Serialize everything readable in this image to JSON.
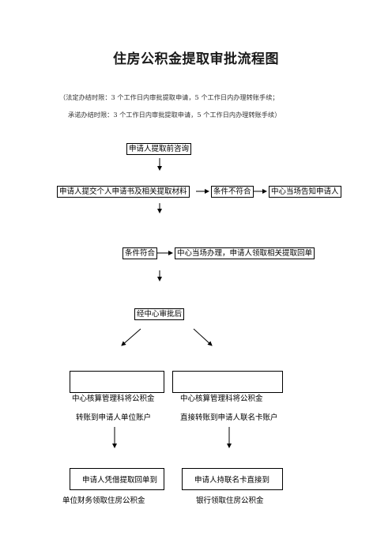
{
  "title": "住房公积金提取审批流程图",
  "notes": [
    "（法定办结时限：3 个工作日内审批提取申请，5 个工作日内办理转账手续；",
    "承诺办结时限：3 个工作日内审批提取申请，5 个工作日内办理转账手续）"
  ],
  "flow": {
    "consult": "申请人提取前咨询",
    "submit": "申请人提交个人申请书及相关提取材料",
    "not_meet": "条件不符合",
    "notify": "中心当场告知申请人",
    "meet": "条件符合",
    "on_spot": "中心当场办理，申请人领取相关提取回单",
    "after_review": "经中心审批后",
    "left_branch": {
      "line1": "中心核算管理科将公积金",
      "line2": "转账到申请人单位账户",
      "result_line1": "申请人凭借提取回单到",
      "result_line2": "单位财务领取住房公积金"
    },
    "right_branch": {
      "line1": "中心核算管理科将公积金",
      "line2": "直接转账到申请人联名卡账户",
      "result_line1": "申请人持联名卡直接到",
      "result_line2": "银行领取住房公积金"
    }
  }
}
